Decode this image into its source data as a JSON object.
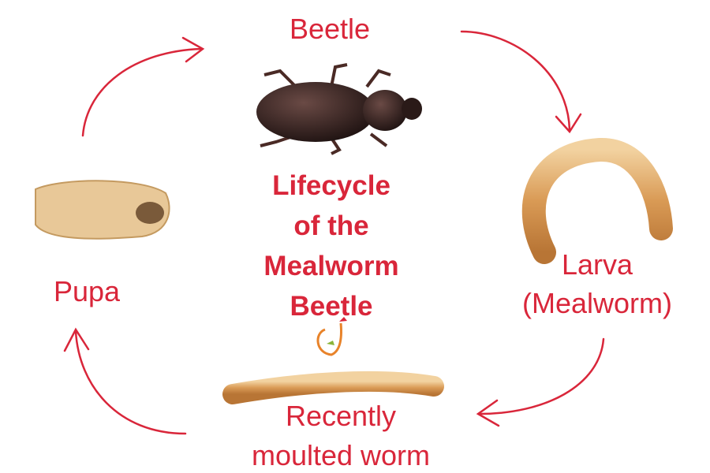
{
  "stages": {
    "beetle": "Beetle",
    "larva_line1": "Larva",
    "larva_line2": "(Mealworm)",
    "moulted_line1": "Recently",
    "moulted_line2": "moulted worm",
    "pupa": "Pupa"
  },
  "title": {
    "line1": "Lifecycle",
    "line2": "of the",
    "line3": "Mealworm",
    "line4": "Beetle"
  },
  "colors": {
    "accent": "#d9263a"
  }
}
